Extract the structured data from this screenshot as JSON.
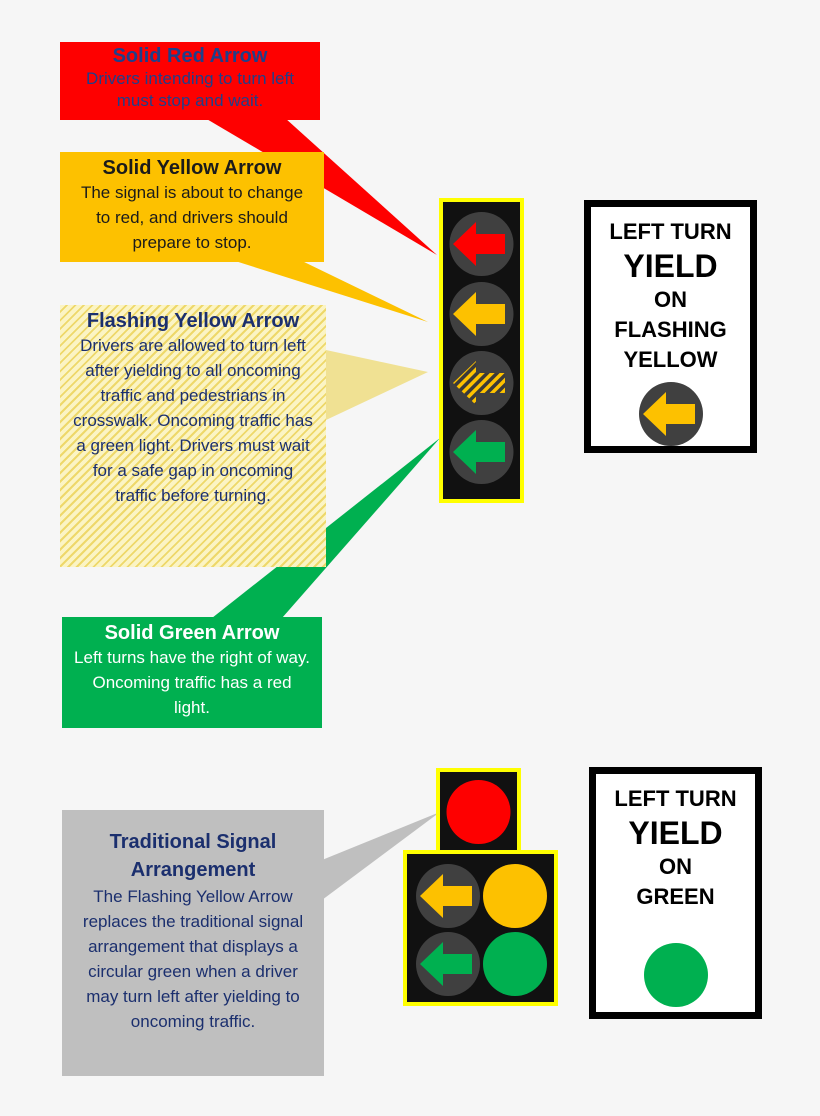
{
  "callouts": {
    "red": {
      "title": "Solid Red Arrow",
      "text": "Drivers intending to turn left must stop and wait."
    },
    "yellow": {
      "title": "Solid Yellow Arrow",
      "text": "The signal is about to change to red, and drivers should prepare to stop."
    },
    "flashing": {
      "title": "Flashing Yellow Arrow",
      "text": "Drivers are allowed to turn left after yielding to all oncoming traffic and pedestrians in crosswalk. Oncoming traffic has a green light. Drivers must wait for a safe gap in oncoming traffic before turning."
    },
    "green": {
      "title": "Solid Green Arrow",
      "text": "Left turns have the right of way. Oncoming traffic has a red light."
    },
    "traditional": {
      "title": "Traditional Signal Arrangement",
      "text": "The Flashing Yellow Arrow replaces the traditional signal arrangement that displays a circular green when a driver may turn left after yielding to oncoming traffic."
    }
  },
  "sign_top": {
    "line1": "LEFT TURN",
    "line2": "YIELD",
    "line3": "ON",
    "line4": "FLASHING",
    "line5": "YELLOW",
    "symbol": "yellow-left-arrow"
  },
  "sign_bottom": {
    "line1": "LEFT TURN",
    "line2": "YIELD",
    "line3": "ON",
    "line4": "GREEN",
    "symbol": "green-circle"
  },
  "colors": {
    "red": "#fe0000",
    "yellow": "#fdc100",
    "green": "#00b050",
    "gray": "#bfbfbf",
    "signal_border": "#ffff00",
    "lens_off": "#404040"
  }
}
